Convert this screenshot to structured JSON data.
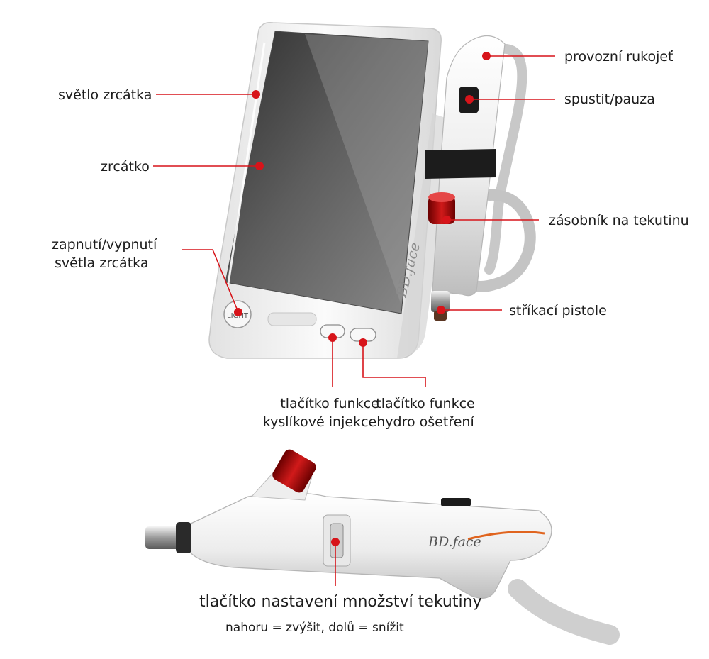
{
  "device_brand": "BD.face",
  "light_button_text": "LIGHT",
  "labels": {
    "svetlo_zrcatka": "světlo zrcátka",
    "zrcatko": "zrcátko",
    "zapnuti_line1": "zapnutí/vypnutí",
    "zapnuti_line2": "světla zrcátka",
    "provozni_rukojet": "provozní rukojeť",
    "spustit_pauza": "spustit/pauza",
    "zasobnik": "zásobník na tekutinu",
    "strikaci_pistole": "stříkací pistole",
    "kyslik_line1": "tlačítko funkce",
    "kyslik_line2": "kyslíkové injekce",
    "hydro_line1": "tlačítko funkce",
    "hydro_line2": "hydro ošetření",
    "nastaveni": "tlačítko nastavení množství tekutiny",
    "nahoru": "nahoru = zvýšit, dolů = snížit"
  },
  "colors": {
    "accent": "#d7141a",
    "device_white": "#f1f1f1",
    "screen_dark": "#3a3a3a",
    "reservoir_red": "#b01010"
  }
}
